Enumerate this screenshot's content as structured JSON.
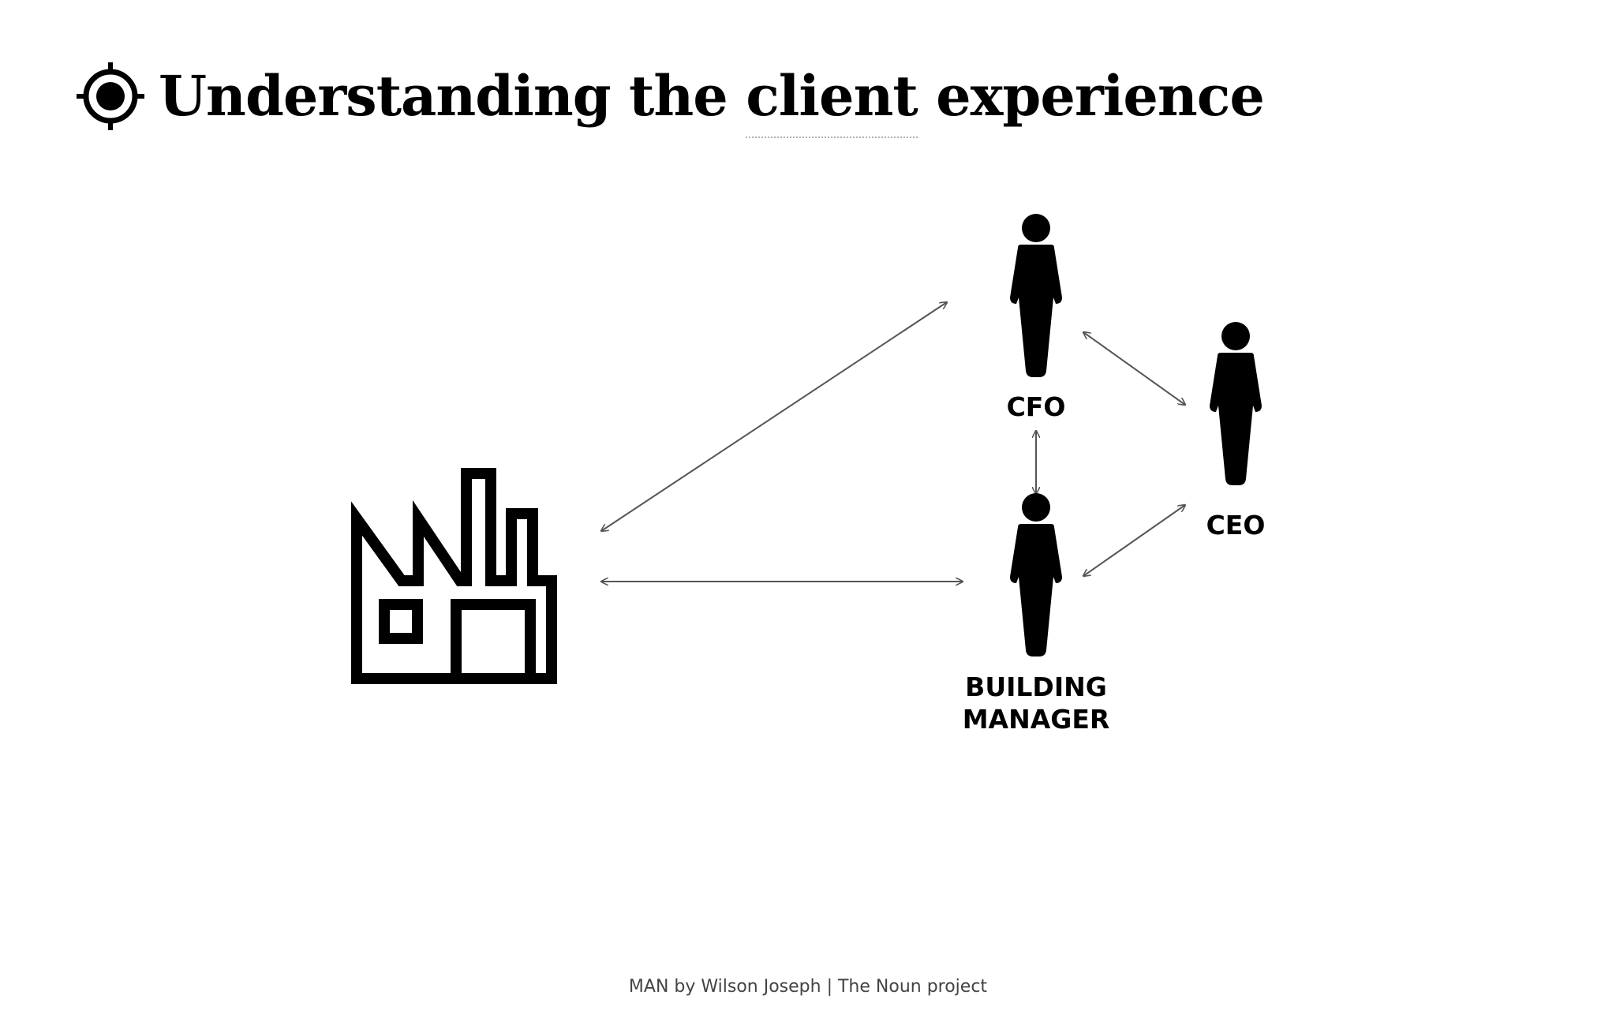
{
  "slide": {
    "title_pre": "Understanding the ",
    "title_highlight": "client",
    "title_post": " experience",
    "icon": "target-icon"
  },
  "diagram": {
    "nodes": [
      {
        "id": "factory",
        "icon": "factory-icon",
        "label": ""
      },
      {
        "id": "cfo",
        "icon": "person-icon",
        "label": "CFO"
      },
      {
        "id": "ceo",
        "icon": "person-icon",
        "label": "CEO"
      },
      {
        "id": "manager",
        "icon": "person-icon",
        "label_line1": "BUILDING",
        "label_line2": "MANAGER"
      }
    ],
    "edges": [
      {
        "from": "factory",
        "to": "cfo",
        "direction": "both"
      },
      {
        "from": "factory",
        "to": "manager",
        "direction": "both"
      },
      {
        "from": "cfo",
        "to": "manager",
        "direction": "both"
      },
      {
        "from": "cfo",
        "to": "ceo",
        "direction": "both"
      },
      {
        "from": "manager",
        "to": "ceo",
        "direction": "both"
      }
    ],
    "colors": {
      "arrow": "#555555",
      "icon": "#000000"
    }
  },
  "footer": {
    "credit": "MAN by Wilson Joseph | The Noun project"
  }
}
